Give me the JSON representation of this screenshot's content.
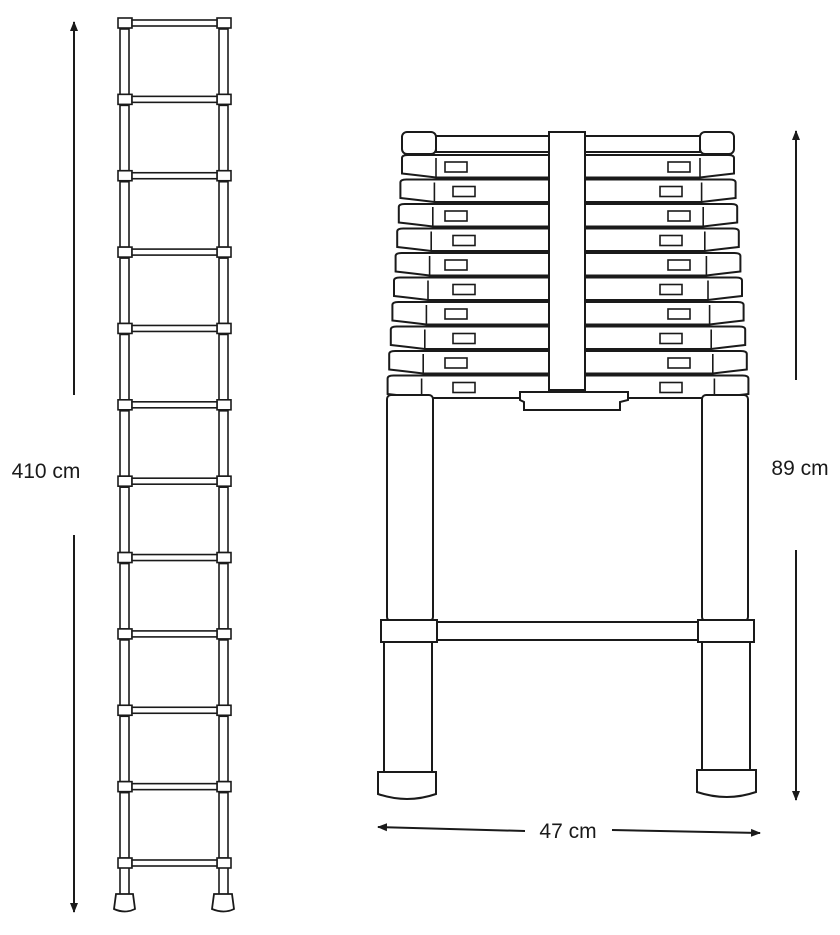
{
  "dimensions": {
    "extended_height": "410 cm",
    "folded_height": "89 cm",
    "width": "47 cm"
  },
  "extended_ladder": {
    "rung_count": 12
  },
  "folded_ladder": {
    "segment_count": 10
  },
  "colors": {
    "stroke": "#1a1a1a",
    "fill": "#ffffff"
  }
}
